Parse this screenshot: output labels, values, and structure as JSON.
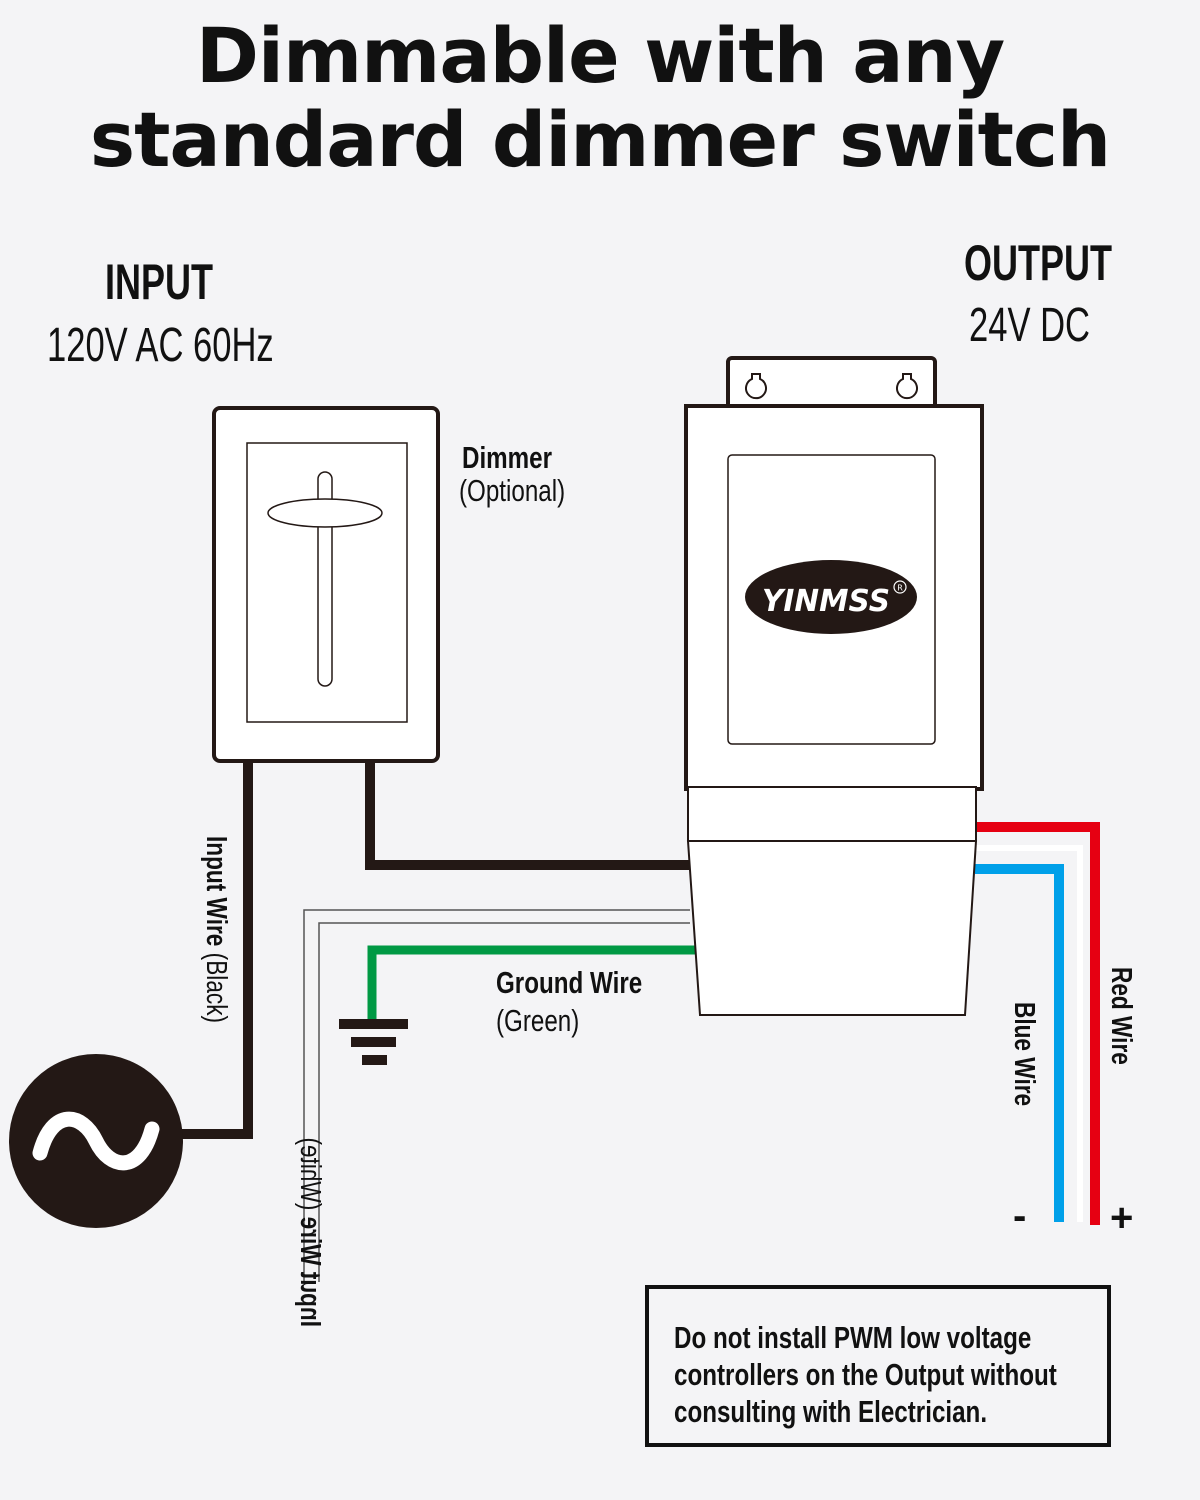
{
  "title": {
    "line1": "Dimmable with any",
    "line2": "standard dimmer switch"
  },
  "input": {
    "heading": "INPUT",
    "spec": "120V AC 60Hz"
  },
  "output": {
    "heading": "OUTPUT",
    "spec": "24V DC"
  },
  "dimmer": {
    "label": "Dimmer",
    "note": "(Optional)"
  },
  "brand": {
    "logo": "YINMSS",
    "mark": "R"
  },
  "wires": {
    "input_black": {
      "name": "Input Wire",
      "color_note": "(Black)"
    },
    "input_white": {
      "name": "Input Wire",
      "color_note": "(White)"
    },
    "ground": {
      "name": "Ground Wire",
      "color_note": "(Green)"
    },
    "blue": {
      "name": "Blue Wire"
    },
    "red": {
      "name": "Red Wire"
    }
  },
  "polarity": {
    "negative": "-",
    "positive": "+"
  },
  "warning": {
    "line1": "Do not install PWM low voltage",
    "line2": "controllers on the Output without",
    "line3": "consulting with Electrician."
  },
  "colors": {
    "background": "#f4f4f6",
    "ink": "#231815",
    "red_wire": "#e60012",
    "blue_wire": "#00a0e9",
    "green_wire": "#009944",
    "white_wire": "#ffffff"
  },
  "icons": {
    "ac_source": "ac-sine-icon",
    "ground_symbol": "ground-symbol-icon",
    "mount_hole": "keyhole-icon"
  }
}
